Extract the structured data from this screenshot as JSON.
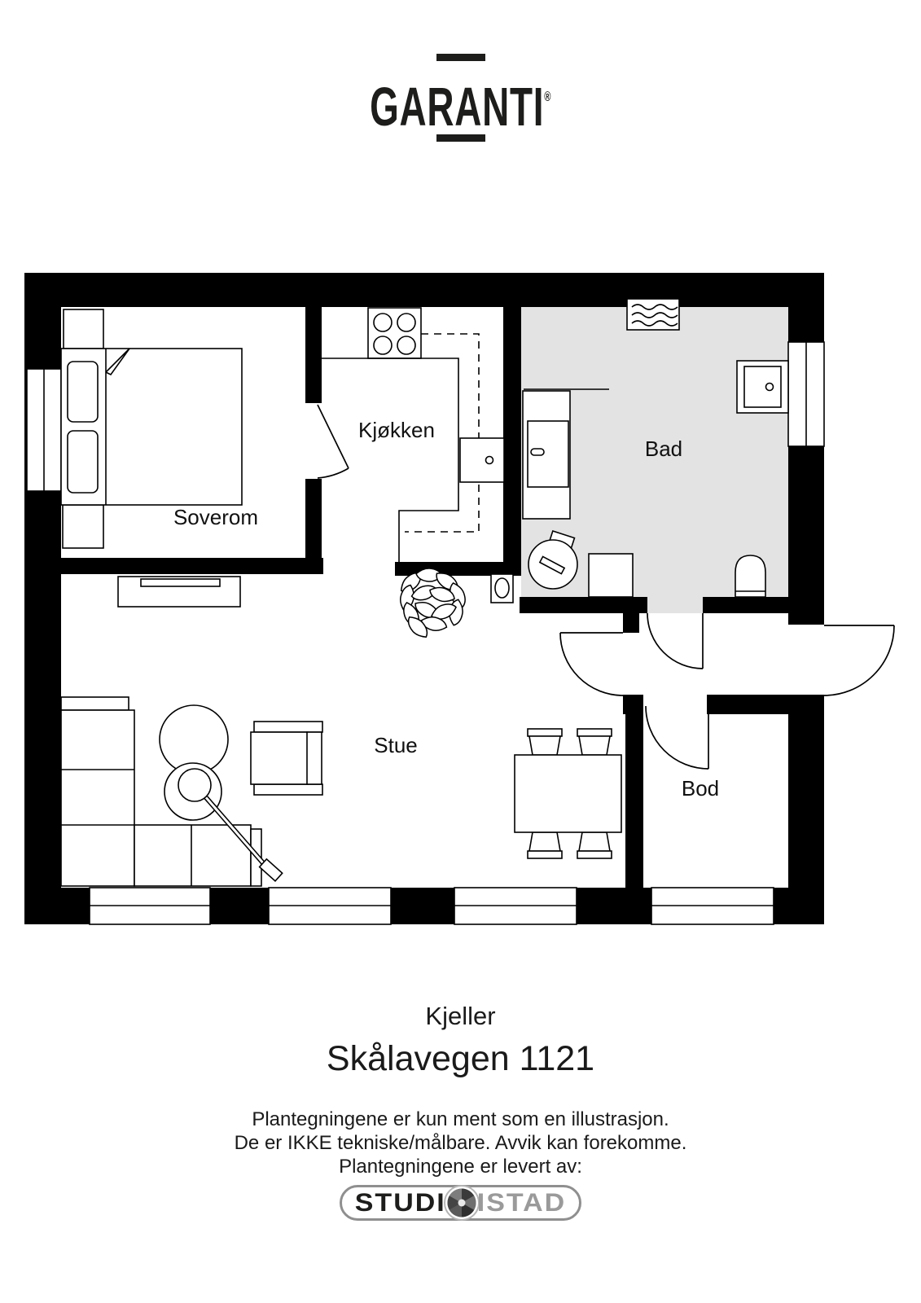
{
  "brand": {
    "name": "GARANTI",
    "registered": "®"
  },
  "colors": {
    "wall": "#000000",
    "bathroom_floor": "#e3e3e3",
    "text": "#1a1a1a",
    "logo_gray": "#9a9a9a"
  },
  "plan": {
    "rooms": [
      {
        "id": "soverom",
        "label": "Soverom"
      },
      {
        "id": "kjokken",
        "label": "Kjøkken"
      },
      {
        "id": "bad",
        "label": "Bad"
      },
      {
        "id": "stue",
        "label": "Stue"
      },
      {
        "id": "bod",
        "label": "Bod"
      }
    ]
  },
  "footer": {
    "floor_label": "Kjeller",
    "address": "Skålavegen 1121",
    "disclaimer_lines": [
      "Plantegningene er kun ment som en illustrasjon.",
      "De er IKKE tekniske/målbare. Avvik kan forekomme.",
      "Plantegningene er levert av:"
    ],
    "provider": {
      "part1": "STUDI",
      "part2": "ISTAD"
    }
  }
}
